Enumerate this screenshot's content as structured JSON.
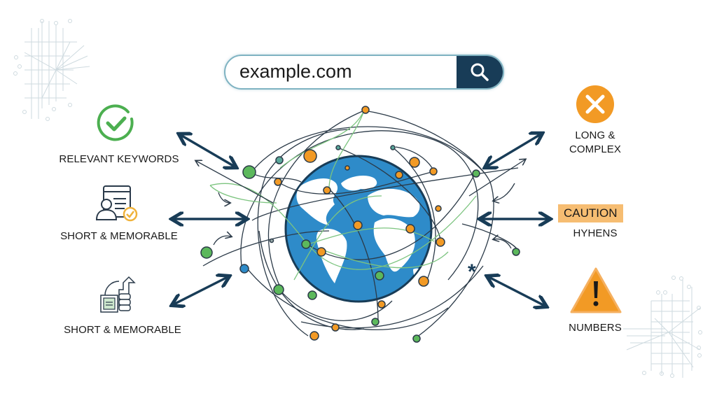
{
  "search": {
    "value": "example.com",
    "button_icon": "search-icon"
  },
  "left_items": [
    {
      "label": "RELEVANT KEYWORDS",
      "icon": "check-circle-icon",
      "color": "#4caf50"
    },
    {
      "label": "SHORT & MEMORABLE",
      "icon": "user-document-check-icon",
      "color": "#2a3a4a"
    },
    {
      "label": "SHORT & MEMORABLE",
      "icon": "server-migration-icon",
      "color": "#2a3a4a"
    }
  ],
  "right_items": [
    {
      "label_line1": "LONG &",
      "label_line2": "COMPLEX",
      "icon": "x-circle-icon",
      "color": "#f29a25"
    },
    {
      "badge": "CAUTION",
      "label": "HYHENS",
      "badge_color": "#f6bd72"
    },
    {
      "label": "NUMBERS",
      "icon": "warning-triangle-icon",
      "color": "#f29a25"
    }
  ],
  "center": {
    "icon": "globe-network-icon",
    "globe_color": "#2e8bc9",
    "node_colors": {
      "orange": "#f29a25",
      "green": "#5cb85c",
      "teal": "#5aa89a"
    }
  },
  "colors": {
    "arrow": "#183c57",
    "line": "#2b3a48",
    "green_line": "#7cc47f",
    "circuit": "#c9d6dc"
  }
}
